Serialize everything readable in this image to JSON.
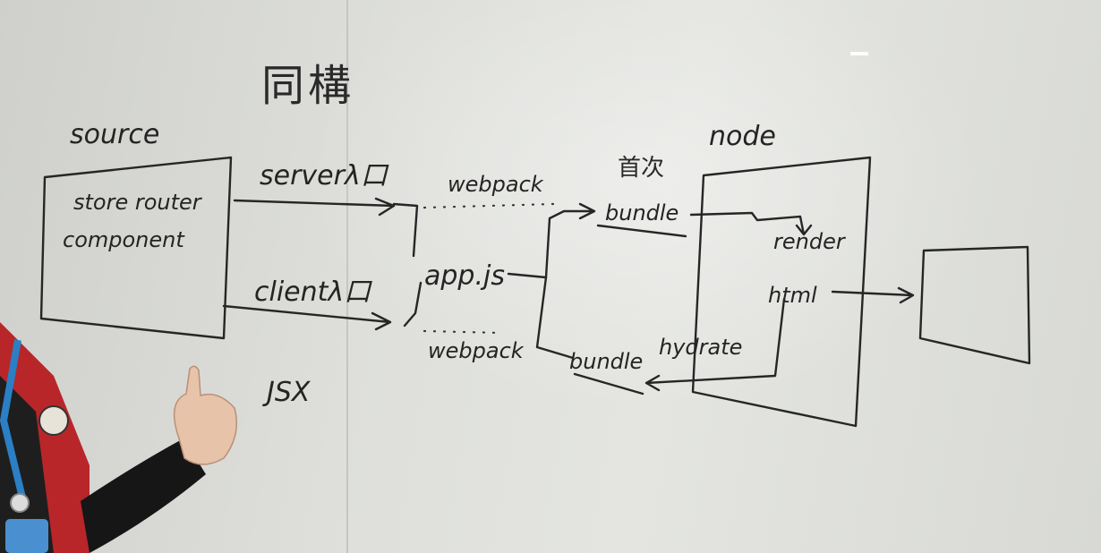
{
  "whiteboard": {
    "title": "同構",
    "source_label": "source",
    "source_box": {
      "line1": "store router",
      "line2": "component"
    },
    "server_entry": "serverλ口",
    "client_entry": "clientλ口",
    "webpack_top": "webpack",
    "webpack_bottom": "webpack",
    "app_js": "app.js",
    "bundle_top_note": "首次",
    "bundle_top": "bundle",
    "bundle_bottom": "bundle",
    "node_label": "node",
    "render": "render",
    "html": "html",
    "hydrate": "hydrate",
    "jsx": "JSX"
  },
  "colors": {
    "ink": "#262626",
    "board": "#e2e3df",
    "jacket": "#b8262a",
    "lanyard": "#2b7fc4"
  }
}
